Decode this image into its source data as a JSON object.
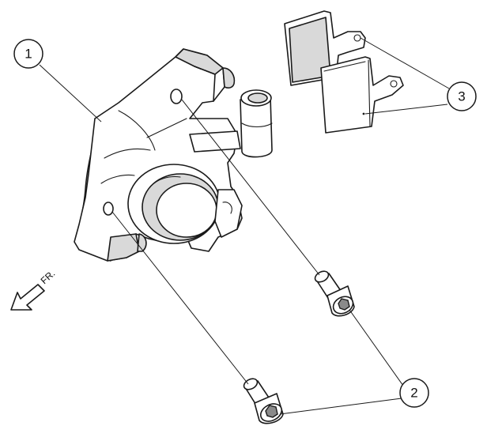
{
  "callouts": [
    {
      "id": "1",
      "label": "1"
    },
    {
      "id": "2",
      "label": "2"
    },
    {
      "id": "3",
      "label": "3"
    }
  ],
  "direction_label": "FR."
}
